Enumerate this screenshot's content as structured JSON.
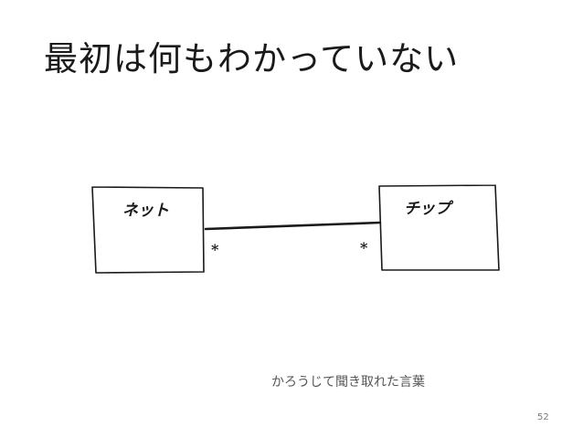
{
  "slide": {
    "title": "最初は何もわかっていない",
    "caption": "かろうじて聞き取れた言葉",
    "page_number": "52"
  },
  "diagram": {
    "left_entity": {
      "label": "ネット"
    },
    "right_entity": {
      "label": "チップ"
    },
    "association": {
      "left_multiplicity": "*",
      "right_multiplicity": "*"
    },
    "stroke_color": "#1a1a1a"
  }
}
